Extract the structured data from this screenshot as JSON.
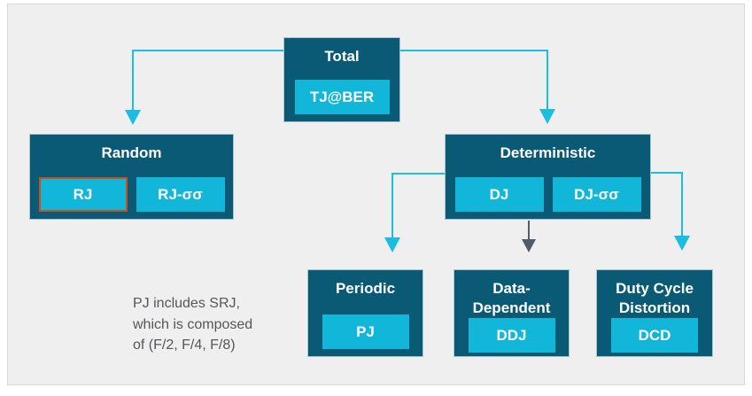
{
  "colors": {
    "panel_bg": "#efefef",
    "panel_border": "#d8d8d8",
    "teal_dark": "#0a5a76",
    "node_edge": "#a8c4ce",
    "chip_cyan": "#12b6d8",
    "arrow_cyan": "#1cbde2",
    "arrow_gray": "#4f5d68",
    "highlight_orange": "#c8501d",
    "note_text": "#54565a",
    "text_white": "#ffffff"
  },
  "diagram": {
    "nodes": {
      "total": {
        "title": "Total",
        "chips": [
          {
            "label": "TJ@BER"
          }
        ]
      },
      "random": {
        "title": "Random",
        "chips": [
          {
            "label": "RJ",
            "highlighted": true
          },
          {
            "label": "RJ-σσ"
          }
        ]
      },
      "deterministic": {
        "title": "Deterministic",
        "chips": [
          {
            "label": "DJ"
          },
          {
            "label": "DJ-σσ"
          }
        ]
      },
      "periodic": {
        "title": "Periodic",
        "chips": [
          {
            "label": "PJ"
          }
        ]
      },
      "data_dependent": {
        "title": "Data-\nDependent",
        "chips": [
          {
            "label": "DDJ"
          }
        ]
      },
      "duty_cycle_distortion": {
        "title": "Duty Cycle\nDistortion",
        "chips": [
          {
            "label": "DCD"
          }
        ]
      }
    },
    "connections": [
      {
        "from": "total",
        "to": "random",
        "style": "cyan-arrow"
      },
      {
        "from": "total",
        "to": "deterministic",
        "style": "cyan-arrow"
      },
      {
        "from": "deterministic",
        "to": "periodic",
        "style": "cyan-arrow"
      },
      {
        "from": "deterministic",
        "to": "data_dependent",
        "style": "gray-arrow"
      },
      {
        "from": "deterministic",
        "to": "duty_cycle_distortion",
        "style": "cyan-arrow"
      }
    ]
  },
  "note": {
    "text": "PJ includes SRJ,\nwhich is composed\nof (F/2, F/4, F/8)"
  }
}
